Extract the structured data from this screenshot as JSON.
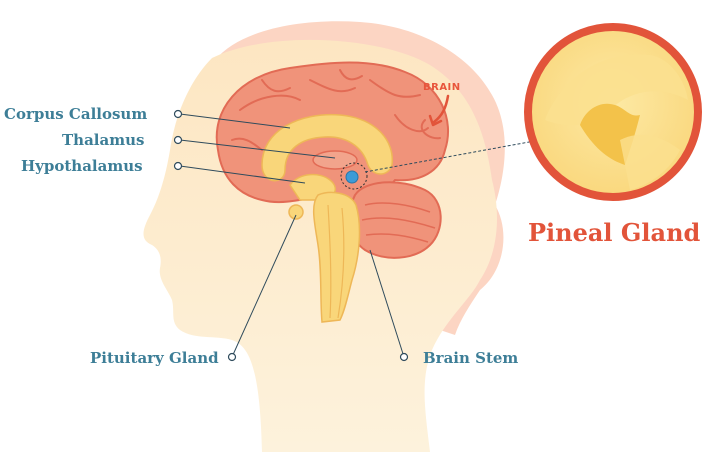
{
  "labels": {
    "corpus_callosum": "Corpus Callosum",
    "thalamus": "Thalamus",
    "hypothalamus": "Hypothalamus",
    "pituitary_gland": "Pituitary Gland",
    "brain_stem": "Brain Stem",
    "brain": "BRAIN",
    "pineal_gland": "Pineal Gland"
  },
  "colors": {
    "label_text": "#3d7e97",
    "accent": "#e2543a",
    "head_silhouette": "#fde2b8",
    "hair": "#fcd3c0",
    "cortex": "#f1947b",
    "inner_yellow": "#f9d77a"
  }
}
